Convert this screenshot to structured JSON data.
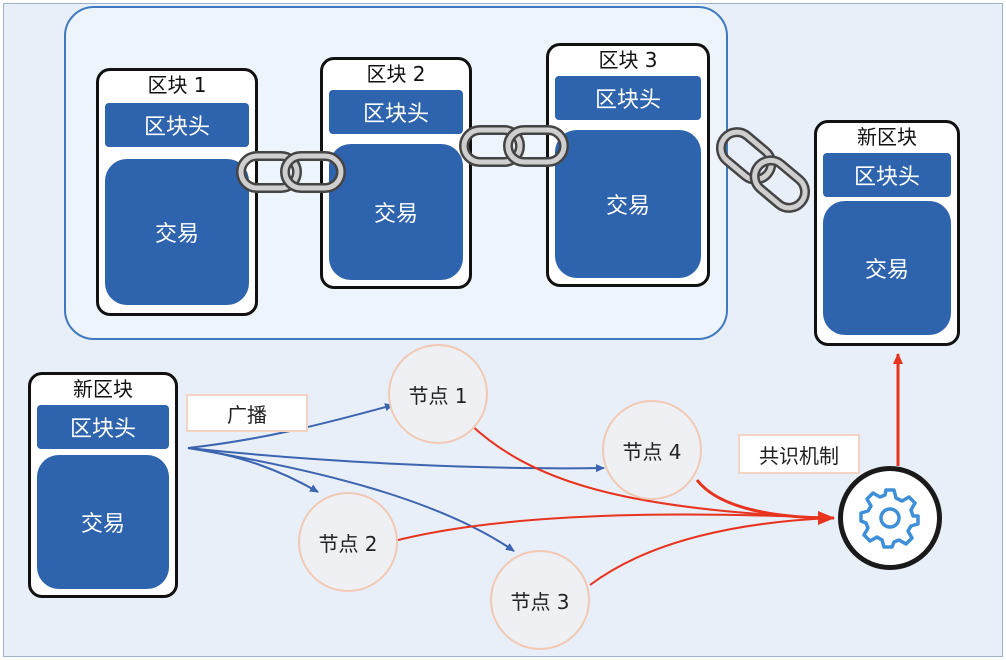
{
  "blockchain": {
    "blocks": [
      {
        "title": "区块 1",
        "header": "区块头",
        "transactions": "交易"
      },
      {
        "title": "区块 2",
        "header": "区块头",
        "transactions": "交易"
      },
      {
        "title": "区块 3",
        "header": "区块头",
        "transactions": "交易"
      }
    ],
    "appended_block": {
      "title": "新区块",
      "header": "区块头",
      "transactions": "交易"
    }
  },
  "new_block": {
    "title": "新区块",
    "header": "区块头",
    "transactions": "交易"
  },
  "broadcast_label": "广播",
  "nodes": [
    "节点 1",
    "节点 2",
    "节点 3",
    "节点 4"
  ],
  "consensus_label": "共识机制",
  "icons": [
    "chain-link-icon",
    "gear-icon"
  ],
  "colors": {
    "block_blue": "#2e63ad",
    "panel_border": "#3f7ac1",
    "broadcast_arrow": "#3d64b0",
    "consensus_arrow": "#e8331f",
    "gear": "#3d8fd8"
  }
}
